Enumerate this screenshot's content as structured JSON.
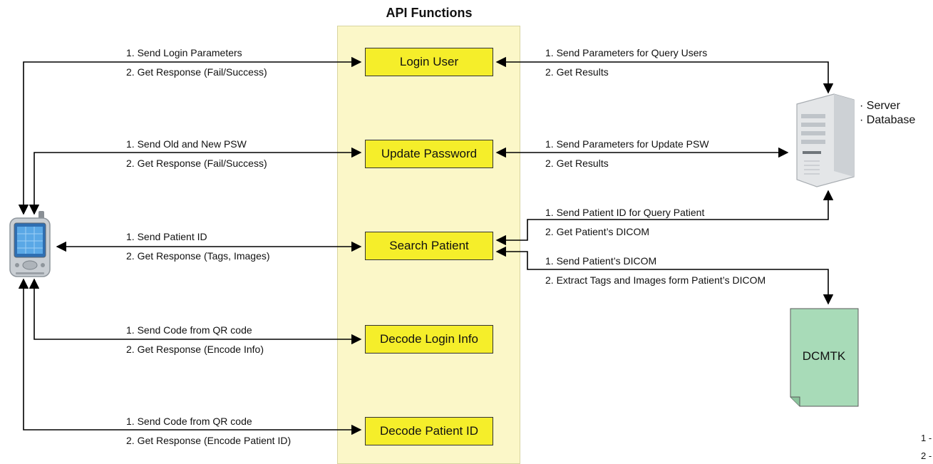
{
  "title": "API Functions",
  "functions": {
    "login": "Login User",
    "update": "Update Password",
    "search": "Search Patient",
    "decode_login": "Decode Login Info",
    "decode_patient": "Decode Patient ID"
  },
  "left": {
    "login_1": "1. Send Login Parameters",
    "login_2": "2. Get Response (Fail/Success)",
    "update_1": "1. Send Old and New PSW",
    "update_2": "2. Get Response (Fail/Success)",
    "search_1": "1. Send Patient ID",
    "search_2": "2. Get Response (Tags, Images)",
    "dlogin_1": "1. Send Code from QR code",
    "dlogin_2": "2. Get Response (Encode Info)",
    "dpat_1": "1. Send Code from QR code",
    "dpat_2": "2. Get Response (Encode Patient ID)"
  },
  "right": {
    "login_1": "1. Send Parameters for Query Users",
    "login_2": "2. Get Results",
    "update_1": "1. Send Parameters for Update PSW",
    "update_2": "2. Get Results",
    "search_1": "1. Send Patient ID for Query Patient",
    "search_2": "2. Get Patient’s DICOM",
    "dicom_1": "1. Send Patient’s DICOM",
    "dicom_2": "2. Extract Tags and Images form Patient’s DICOM"
  },
  "server": {
    "line1": "· Server",
    "line2": "· Database"
  },
  "dcmtk": "DCMTK",
  "edge_marks": [
    "1 -",
    "2 -"
  ]
}
